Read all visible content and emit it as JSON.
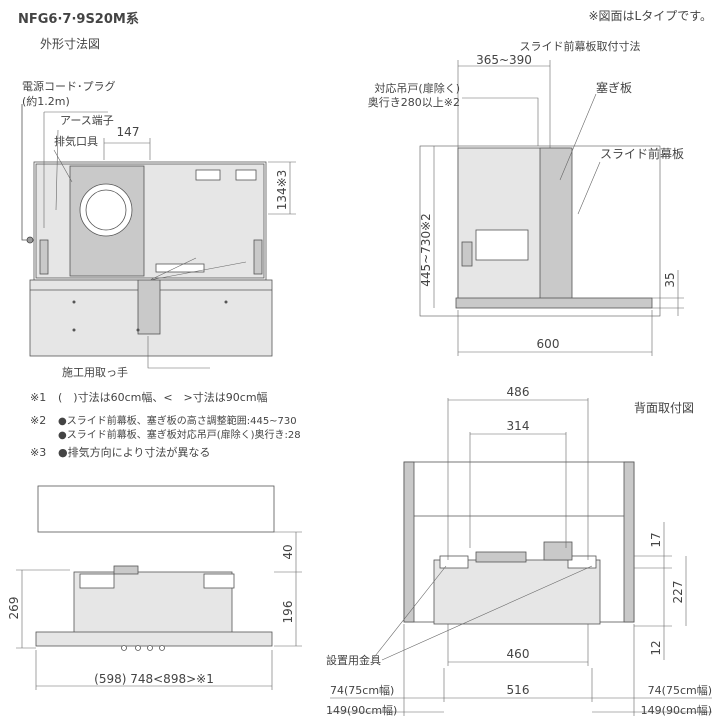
{
  "header": {
    "model": "NFG6·7·9S20M系",
    "note_ltype": "※図面はLタイプです。",
    "section_title": "外形寸法図",
    "back_title": "背面取付図"
  },
  "labels": {
    "power_cord": "電源コード･プラグ",
    "power_cord_len": "(約1.2m)",
    "earth": "アース端子",
    "exhaust": "排気口具",
    "handle": "施工用取っ手",
    "slide_panel_dist": "スライド前幕板取付寸法",
    "door_label1": "対応吊戸(扉除く)",
    "door_label2": "奥行き280以上※2",
    "filler": "塞ぎ板",
    "slide_panel": "スライド前幕板",
    "mount_bracket": "設置用金具"
  },
  "dims": {
    "d147": "147",
    "d134": "134※3",
    "d365": "365~390",
    "d445": "445~730※2",
    "d35": "35",
    "d600": "600",
    "d486": "486",
    "d314": "314",
    "d17": "17",
    "d227": "227",
    "d12": "12",
    "d460": "460",
    "d516": "516",
    "d269": "269",
    "d40": "40",
    "d196": "196",
    "width_front": "(598) 748<898>※1",
    "d74_left": "74(75cm幅)",
    "d149_left": "149(90cm幅)",
    "d74_right": "74(75cm幅)",
    "d149_right": "149(90cm幅)"
  },
  "notes": {
    "n1_mark": "※1",
    "n1_text": "(　)寸法は60cm幅、<　>寸法は90cm幅",
    "n2_mark": "※2",
    "n2_text_a": "●スライド前幕板、塞ぎ板の高さ調整範囲:445~730",
    "n2_text_b": "●スライド前幕板、塞ぎ板対応吊戸(扉除く)奥行き:28",
    "n3_mark": "※3",
    "n3_text": "●排気方向により寸法が異なる"
  },
  "colors": {
    "line": "#555555",
    "gray_fill": "#c9c9c9",
    "light_fill": "#e6e6e6",
    "dark_fill": "#9a9a9a"
  }
}
